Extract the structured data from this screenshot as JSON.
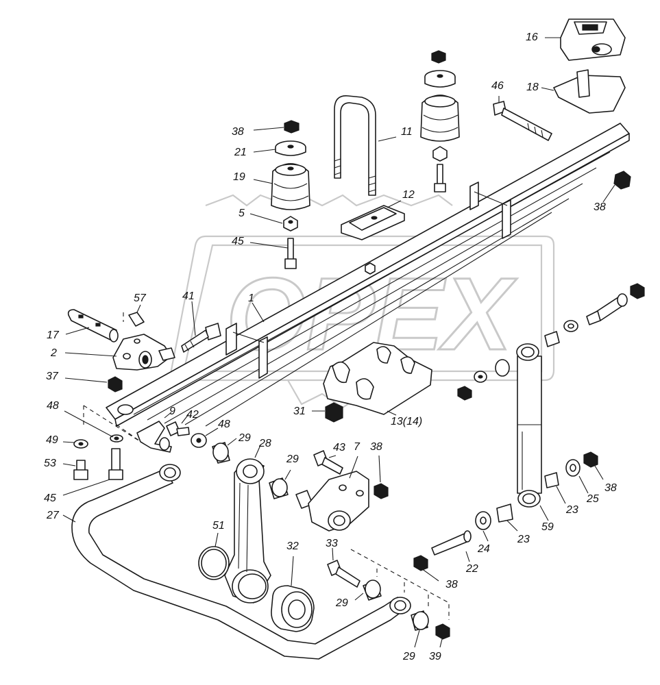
{
  "watermark": {
    "text": "OPEX"
  },
  "callouts": [
    {
      "id": "c16",
      "label": "16"
    },
    {
      "id": "c18",
      "label": "18"
    },
    {
      "id": "c46",
      "label": "46"
    },
    {
      "id": "c38a",
      "label": "38"
    },
    {
      "id": "c21",
      "label": "21"
    },
    {
      "id": "c19",
      "label": "19"
    },
    {
      "id": "c11",
      "label": "11"
    },
    {
      "id": "c12",
      "label": "12"
    },
    {
      "id": "c5",
      "label": "5"
    },
    {
      "id": "c45a",
      "label": "45"
    },
    {
      "id": "c38b",
      "label": "38"
    },
    {
      "id": "c57",
      "label": "57"
    },
    {
      "id": "c41",
      "label": "41"
    },
    {
      "id": "c1",
      "label": "1"
    },
    {
      "id": "c17",
      "label": "17"
    },
    {
      "id": "c2",
      "label": "2"
    },
    {
      "id": "c37",
      "label": "37"
    },
    {
      "id": "c31",
      "label": "31"
    },
    {
      "id": "c13",
      "label": "13(14)"
    },
    {
      "id": "c48a",
      "label": "48"
    },
    {
      "id": "c9",
      "label": "9"
    },
    {
      "id": "c42",
      "label": "42"
    },
    {
      "id": "c48b",
      "label": "48"
    },
    {
      "id": "c29a",
      "label": "29"
    },
    {
      "id": "c28",
      "label": "28"
    },
    {
      "id": "c49",
      "label": "49"
    },
    {
      "id": "c53",
      "label": "53"
    },
    {
      "id": "c45b",
      "label": "45"
    },
    {
      "id": "c27",
      "label": "27"
    },
    {
      "id": "c43",
      "label": "43"
    },
    {
      "id": "c7",
      "label": "7"
    },
    {
      "id": "c38c",
      "label": "38"
    },
    {
      "id": "c29b",
      "label": "29"
    },
    {
      "id": "c51",
      "label": "51"
    },
    {
      "id": "c32",
      "label": "32"
    },
    {
      "id": "c33",
      "label": "33"
    },
    {
      "id": "c29c",
      "label": "29"
    },
    {
      "id": "c29d",
      "label": "29"
    },
    {
      "id": "c39",
      "label": "39"
    },
    {
      "id": "c38d",
      "label": "38"
    },
    {
      "id": "c22",
      "label": "22"
    },
    {
      "id": "c24",
      "label": "24"
    },
    {
      "id": "c23a",
      "label": "23"
    },
    {
      "id": "c59",
      "label": "59"
    },
    {
      "id": "c23b",
      "label": "23"
    },
    {
      "id": "c25",
      "label": "25"
    },
    {
      "id": "c38e",
      "label": "38"
    }
  ]
}
